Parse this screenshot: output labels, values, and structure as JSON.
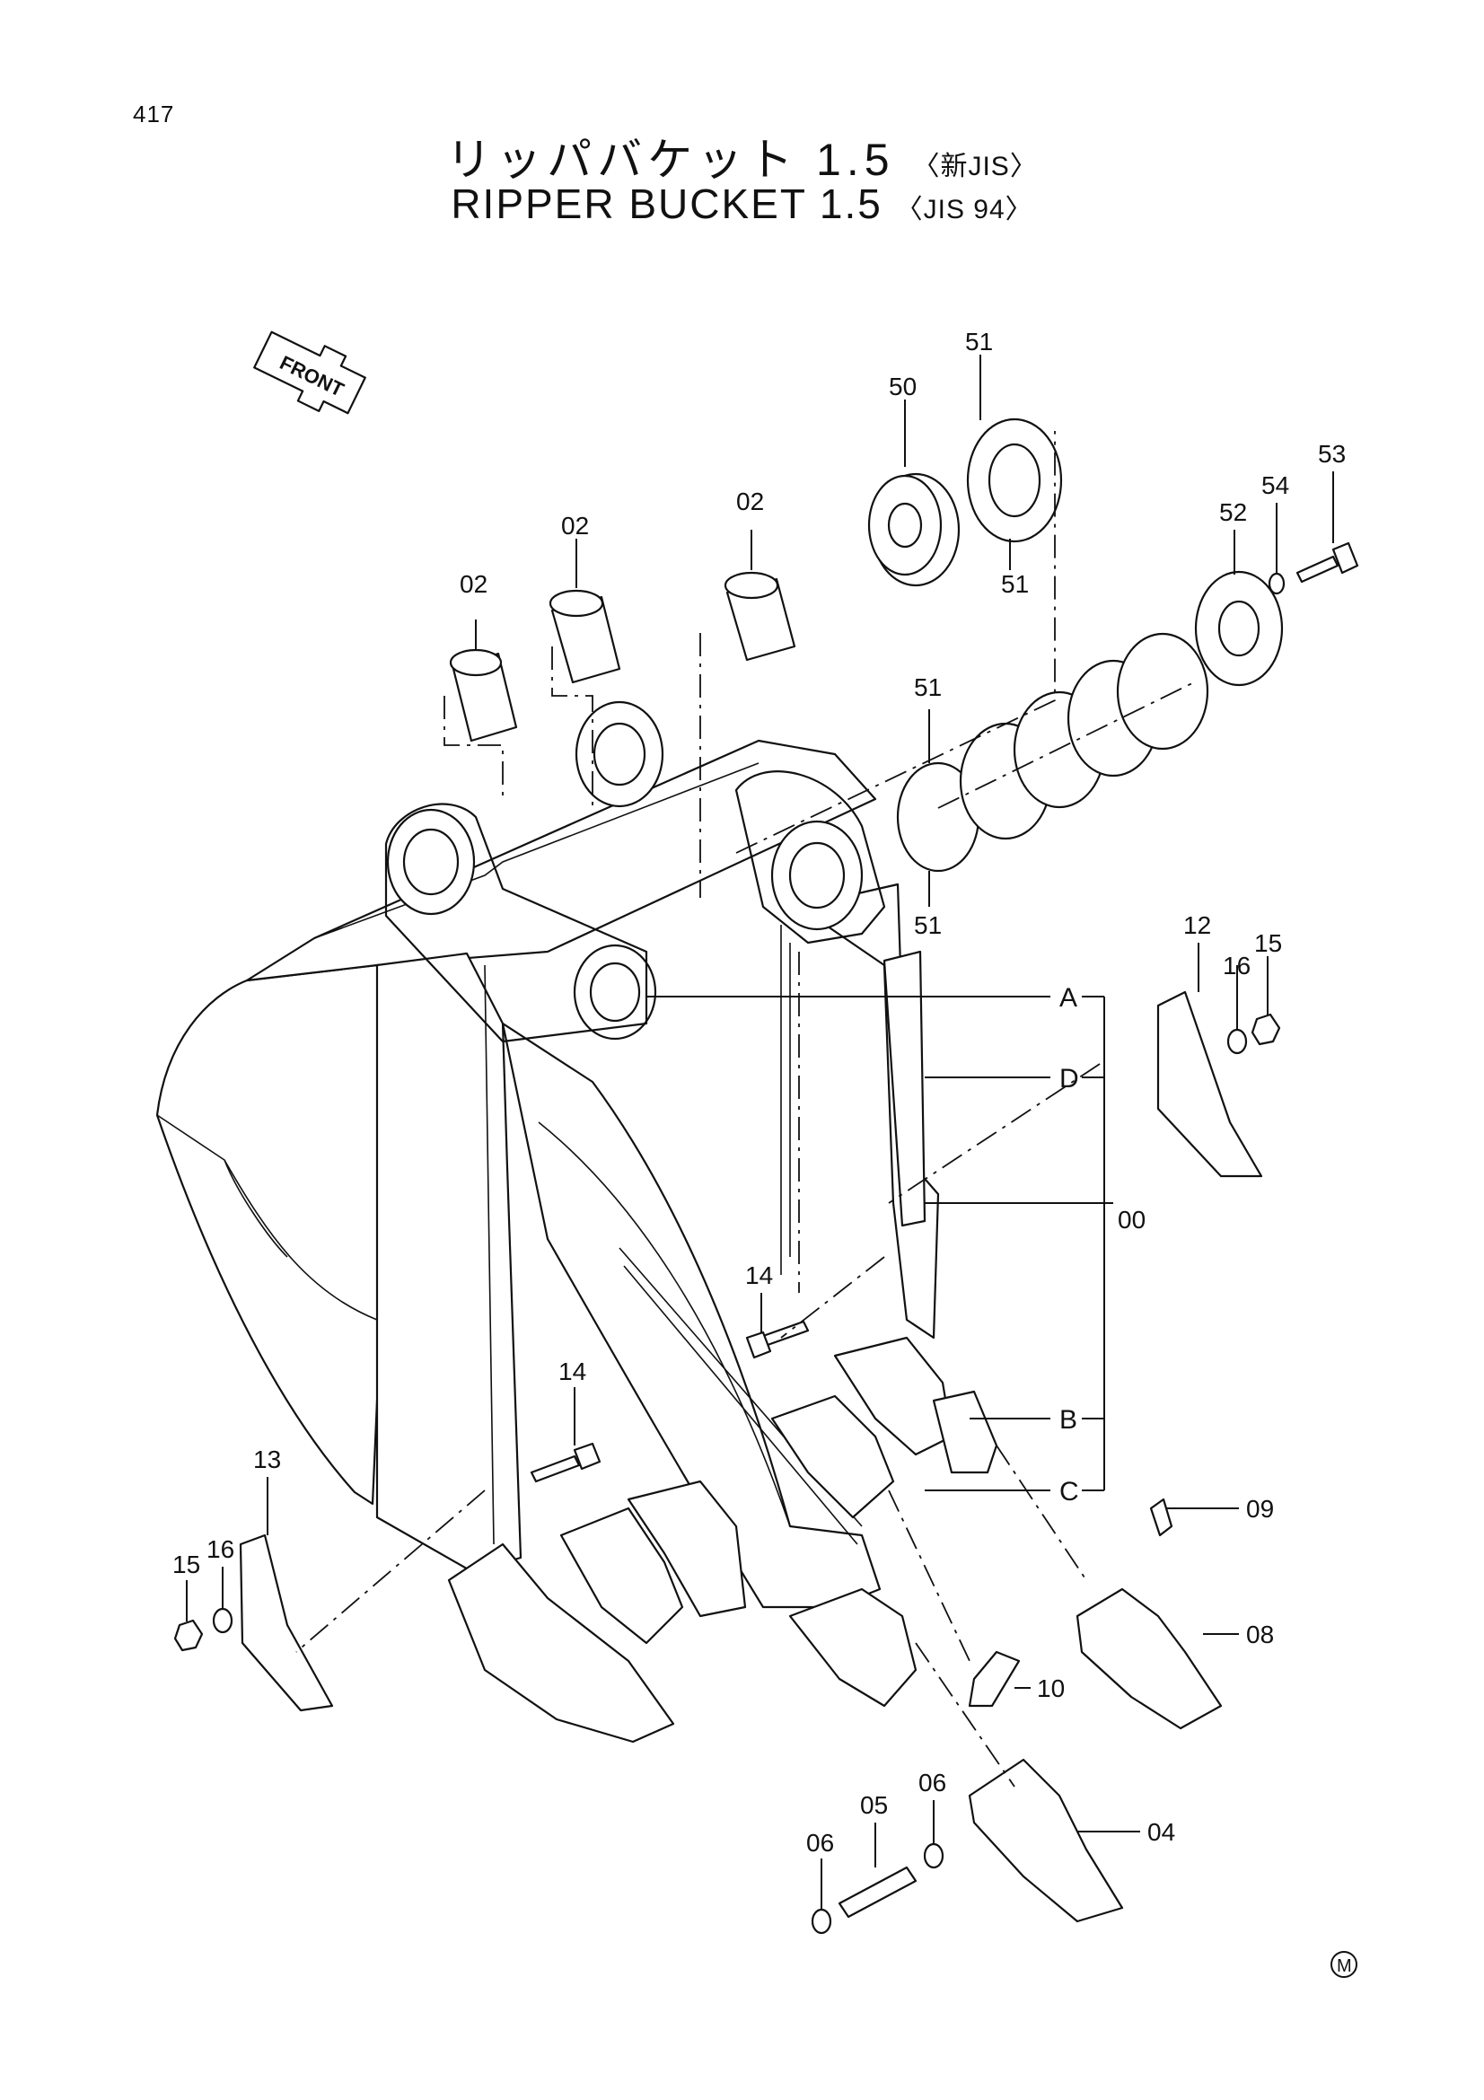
{
  "page_number": "417",
  "title_jp": {
    "main": "リッパバケット 1.5",
    "standard": "〈新JIS〉"
  },
  "title_en": {
    "main": "RIPPER  BUCKET 1.5",
    "standard": "〈JIS 94〉"
  },
  "front_arrow_label": "FRONT",
  "callouts": {
    "c00": "00",
    "c02a": "02",
    "c02b": "02",
    "c02c": "02",
    "c04": "04",
    "c05": "05",
    "c06a": "06",
    "c06b": "06",
    "c08": "08",
    "c09": "09",
    "c10": "10",
    "c12": "12",
    "c13": "13",
    "c14a": "14",
    "c14b": "14",
    "c15a": "15",
    "c15b": "15",
    "c16a": "16",
    "c16b": "16",
    "c50": "50",
    "c51a": "51",
    "c51b": "51",
    "c51c": "51",
    "c51d": "51",
    "c52": "52",
    "c53": "53",
    "c54": "54"
  },
  "reference_letters": {
    "A": "A",
    "B": "B",
    "C": "C",
    "D": "D"
  },
  "mark": "M"
}
